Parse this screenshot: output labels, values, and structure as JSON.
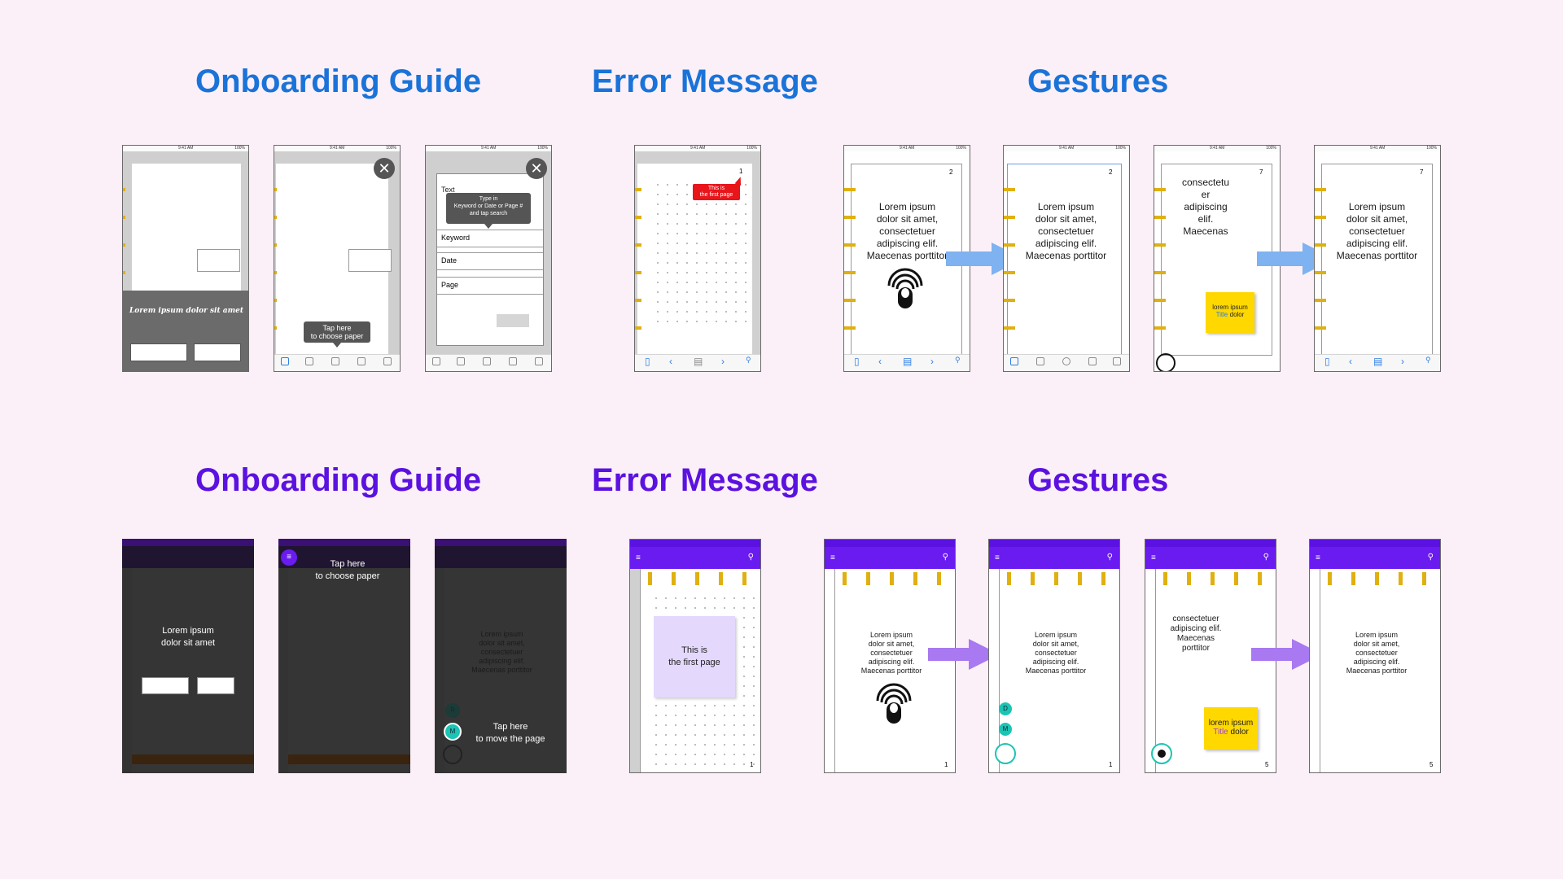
{
  "headings": {
    "ios": {
      "onboarding": "Onboarding Guide",
      "error": "Error Message",
      "gestures": "Gestures"
    },
    "android": {
      "onboarding": "Onboarding Guide",
      "error": "Error Message",
      "gestures": "Gestures"
    }
  },
  "colors": {
    "ios_heading": "#1a73d9",
    "android_heading": "#5b12e0",
    "android_primary": "#6a1bf0",
    "tab_yellow": "#e0b010",
    "note_yellow": "#ffd800",
    "error_red": "#e8151b",
    "arrow_blue": "#7fb2f0",
    "arrow_purple": "#a879f0"
  },
  "ios": {
    "status_time": "9:41 AM",
    "status_batt": "100%",
    "onboarding": {
      "overlay_text": "Lorem ipsum dolor sit amet",
      "tap_paper_tooltip": [
        "Tap here",
        "to choose paper"
      ],
      "search_tooltip": [
        "Type in",
        "Keyword or Date or Page #",
        "and tap search"
      ],
      "search_field_text": "Text",
      "fields": [
        "Keyword",
        "Date",
        "Page"
      ]
    },
    "error": {
      "page_number": "1",
      "bubble": [
        "This is",
        "the first page"
      ]
    },
    "gestures": {
      "pages": [
        {
          "num": "2",
          "text": "Lorem ipsum\ndolor sit amet,\nconsectetuer\nadipiscing elif.\nMaecenas porttitor"
        },
        {
          "num": "2",
          "text": "Lorem ipsum\ndolor sit amet,\nconsectetuer\nadipiscing elif.\nMaecenas porttitor"
        },
        {
          "num": "7",
          "text": "consectetu\ner\nadipiscing\nelif.\nMaecenas"
        },
        {
          "num": "7",
          "text": "Lorem ipsum\ndolor sit amet,\nconsectetuer\nadipiscing elif.\nMaecenas porttitor"
        }
      ],
      "note": {
        "line1": "lorem ipsum",
        "title": "Title",
        "rest": "dolor"
      }
    }
  },
  "android": {
    "onboarding": {
      "overlay_text": [
        "Lorem ipsum",
        "dolor sit amet"
      ],
      "tap_paper": [
        "Tap here",
        "to choose paper"
      ],
      "faded_text": "Lorem ipsum\ndolor sit amet,\nconsectetuer\nadipiscing elif.\nMaecenas porttitor",
      "tap_move": [
        "Tap here",
        "to move the page"
      ],
      "tag_d": "D",
      "tag_m": "M"
    },
    "error": {
      "note": [
        "This is",
        "the first page"
      ],
      "page_number": "1"
    },
    "gestures": {
      "pages": [
        {
          "num": "1",
          "text": "Lorem ipsum\ndolor sit amet,\nconsectetuer\nadipiscing elif.\nMaecenas porttitor"
        },
        {
          "num": "1",
          "text": "Lorem ipsum\ndolor sit amet,\nconsectetuer\nadipiscing elif.\nMaecenas porttitor"
        },
        {
          "num": "5",
          "text": "consectetuer\nadipiscing elif.\nMaecenas\nporttitor"
        },
        {
          "num": "5",
          "text": "Lorem ipsum\ndolor sit amet,\nconsectetuer\nadipiscing elif.\nMaecenas porttitor"
        }
      ],
      "tag_d": "D",
      "tag_m": "M",
      "note": {
        "line1": "lorem ipsum",
        "title": "Title",
        "rest": "dolor"
      }
    }
  }
}
